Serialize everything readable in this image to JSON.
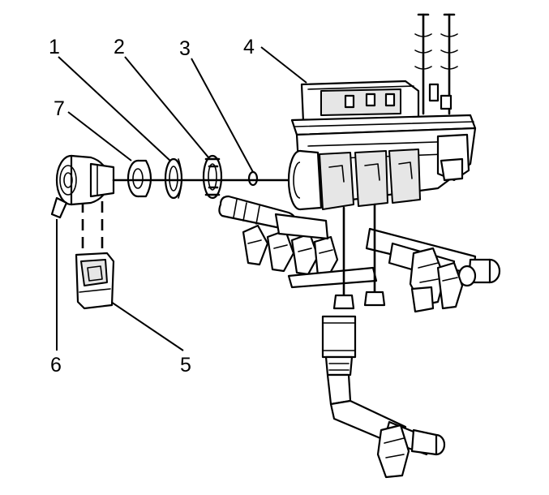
{
  "callouts": [
    {
      "id": "1",
      "label": "1"
    },
    {
      "id": "2",
      "label": "2"
    },
    {
      "id": "3",
      "label": "3"
    },
    {
      "id": "4",
      "label": "4"
    },
    {
      "id": "5",
      "label": "5"
    },
    {
      "id": "6",
      "label": "6"
    },
    {
      "id": "7",
      "label": "7"
    }
  ],
  "colors": {
    "line": "#000000",
    "background": "#ffffff",
    "shade": "#e6e6e6"
  }
}
